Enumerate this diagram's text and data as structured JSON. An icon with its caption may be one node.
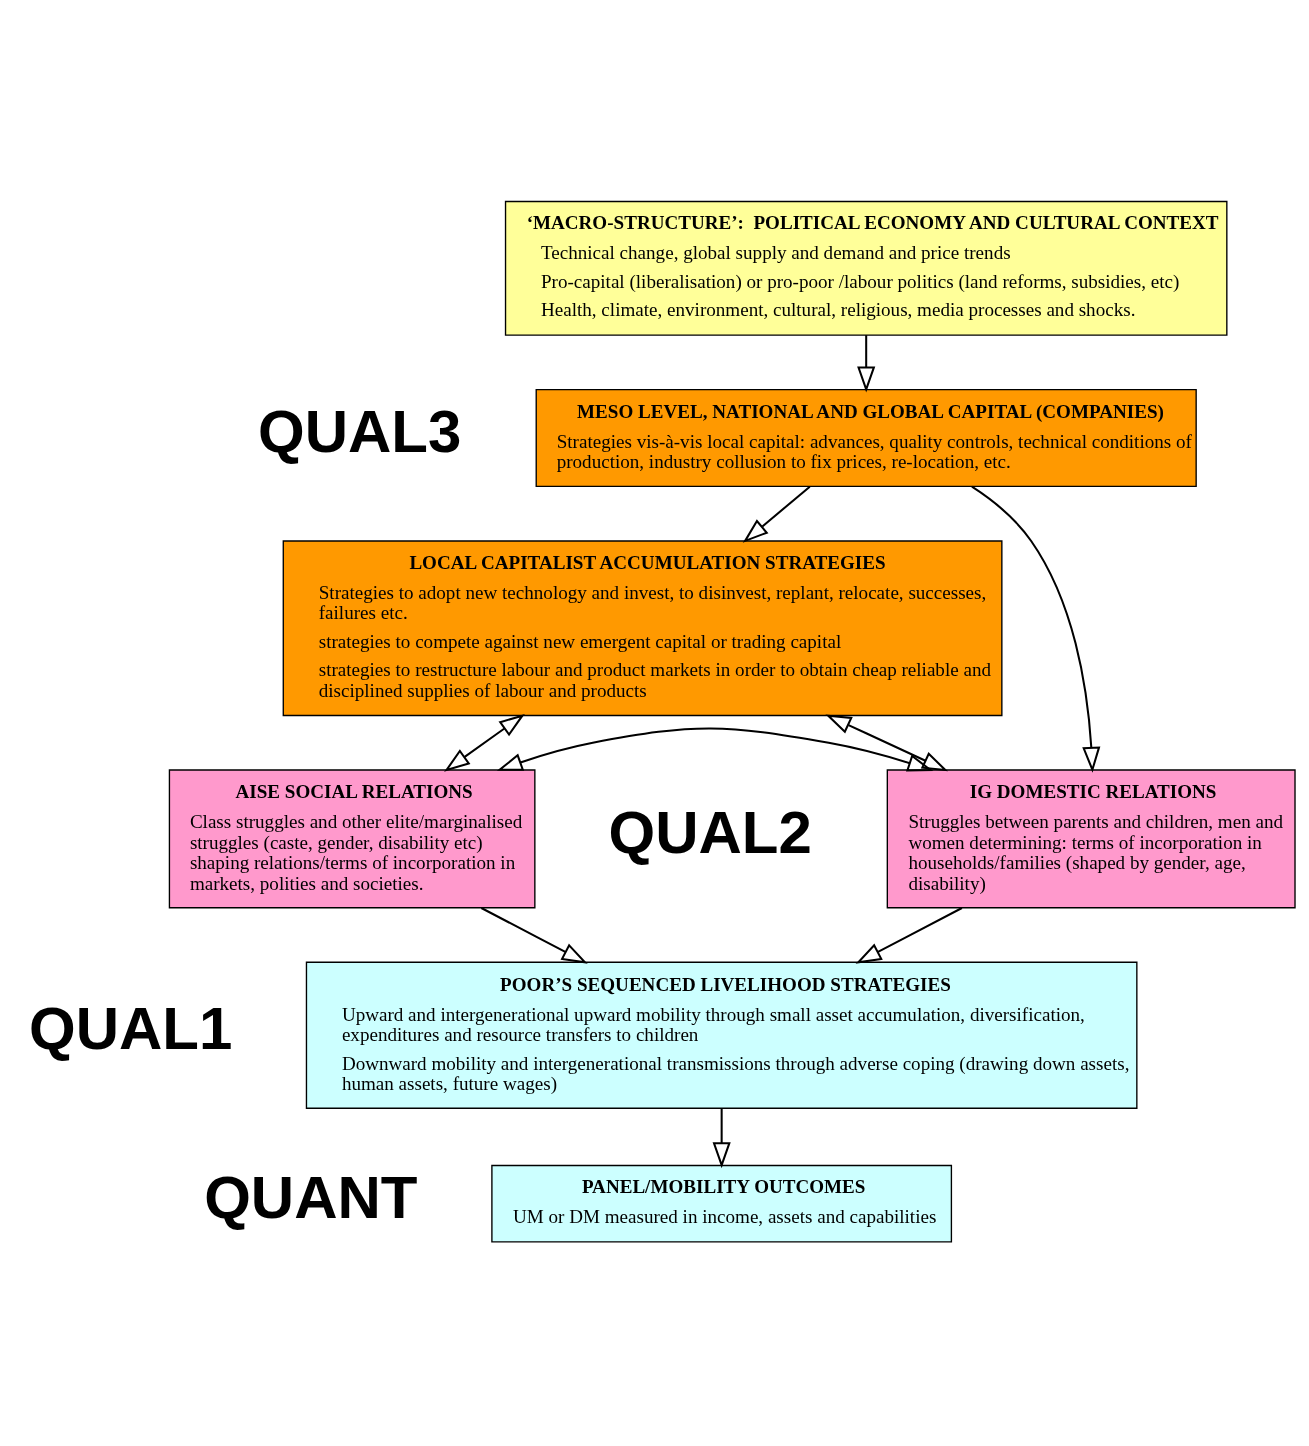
{
  "diagram": {
    "nodes": [
      {
        "text": [
          "‘MACRO-STRUCTURE’:  POLITICAL ECONOMY AND CULTURAL CONTEXT",
          "Technical change, global supply and demand and price trends",
          "Pro-capital (liberalisation) or pro-poor /labour politics (land reforms, subsidies, etc)",
          "Health, climate, environment, cultural, religious, media processes and shocks."
        ]
      },
      {
        "text": [
          "MESO LEVEL, NATIONAL AND GLOBAL CAPITAL (COMPANIES)",
          "Strategies vis-à-vis local capital: advances, quality controls, technical conditions of production, industry collusion to fix prices, re-location, etc."
        ]
      },
      {
        "text": [
          "LOCAL CAPITALIST ACCUMULATION STRATEGIES",
          "Strategies to adopt new technology and invest, to disinvest, replant, relocate, successes, failures etc.",
          "strategies to compete against new emergent capital or trading capital",
          "strategies to restructure labour and product markets in order to obtain cheap reliable and disciplined supplies of labour and products"
        ]
      },
      {
        "text": [
          "AISE SOCIAL RELATIONS",
          "Class struggles and other elite/marginalised struggles (caste, gender, disability etc) shaping relations/terms of incorporation in markets, polities and societies."
        ]
      },
      {
        "text": [
          "IG DOMESTIC RELATIONS",
          "Struggles between parents and children, men and women determining: terms of incorporation in households/families (shaped by gender, age, disability)"
        ]
      },
      {
        "text": [
          "POOR’S SEQUENCED LIVELIHOOD STRATEGIES",
          "Upward and intergenerational upward mobility through small asset accumulation, diversification, expenditures and resource transfers to children",
          "Downward mobility and intergenerational transmissions through adverse coping (drawing down assets, human assets, future wages)"
        ]
      },
      {
        "text": [
          "PANEL/MOBILITY OUTCOMES",
          "UM or DM measured in income, assets and capabilities"
        ]
      }
    ],
    "edges": [
      {
        "from": 0,
        "to": 1,
        "arrow": "to"
      },
      {
        "from": 1,
        "to": 2,
        "arrow": "to"
      },
      {
        "from": 1,
        "to": 4,
        "arrow": "to"
      },
      {
        "from": 2,
        "to": 3,
        "arrow": "both"
      },
      {
        "from": 2,
        "to": 4,
        "arrow": "both"
      },
      {
        "from": 3,
        "to": 4,
        "arrow": "both"
      },
      {
        "from": 3,
        "to": 5,
        "arrow": "to"
      },
      {
        "from": 4,
        "to": 5,
        "arrow": "to"
      },
      {
        "from": 5,
        "to": 6,
        "arrow": "to"
      }
    ],
    "labels": [
      "QUAL3",
      "QUAL2",
      "QUAL1",
      "QUANT"
    ]
  }
}
